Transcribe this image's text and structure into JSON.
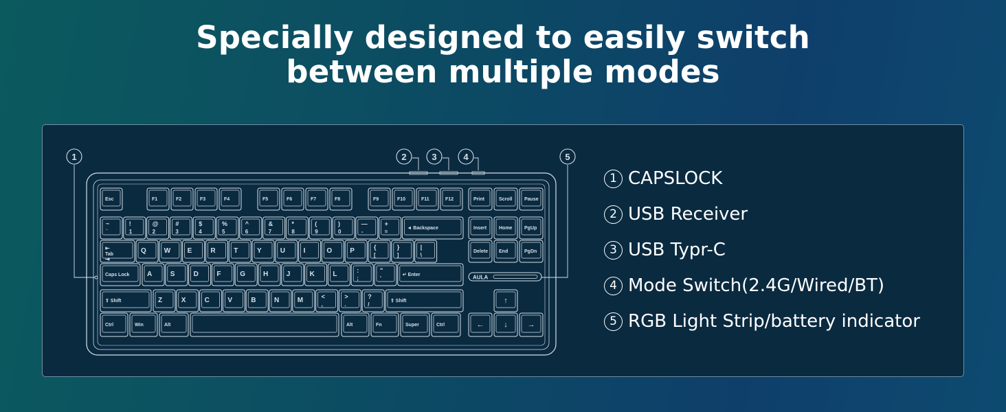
{
  "headline": {
    "line1": "Specially designed to easily switch",
    "line2": "between multiple modes"
  },
  "colors": {
    "background_start": "#0b5a5e",
    "background_end": "#0e3f6b",
    "panel": "#0a2a40",
    "line": "#d6e1e8"
  },
  "callouts": [
    "1",
    "2",
    "3",
    "4",
    "5"
  ],
  "legend": [
    {
      "num": "1",
      "text": "CAPSLOCK"
    },
    {
      "num": "2",
      "text": "USB Receiver"
    },
    {
      "num": "3",
      "text": "USB Typr-C"
    },
    {
      "num": "4",
      "text": "Mode Switch(2.4G/Wired/BT)"
    },
    {
      "num": "5",
      "text": "RGB Light Strip/battery indicator"
    }
  ],
  "keyboard": {
    "logo": "AULA",
    "fn_row": [
      "Esc",
      "F1",
      "F2",
      "F3",
      "F4",
      "F5",
      "F6",
      "F7",
      "F8",
      "F9",
      "F10",
      "F11",
      "F12"
    ],
    "nav_top": [
      "Print",
      "Scroll",
      "Pause"
    ],
    "num_row": [
      {
        "top": "~",
        "bottom": "`"
      },
      {
        "top": "!",
        "bottom": "1"
      },
      {
        "top": "@",
        "bottom": "2"
      },
      {
        "top": "#",
        "bottom": "3"
      },
      {
        "top": "$",
        "bottom": "4"
      },
      {
        "top": "%",
        "bottom": "5"
      },
      {
        "top": "^",
        "bottom": "6"
      },
      {
        "top": "&",
        "bottom": "7"
      },
      {
        "top": "*",
        "bottom": "8"
      },
      {
        "top": "(",
        "bottom": "9"
      },
      {
        "top": ")",
        "bottom": "0"
      },
      {
        "top": "—",
        "bottom": "-"
      },
      {
        "top": "+",
        "bottom": "="
      }
    ],
    "backspace": "Backspace",
    "nav_mid1": [
      "Insert",
      "Home",
      "PgUp"
    ],
    "tab": "Tab",
    "qwerty_row": [
      "Q",
      "W",
      "E",
      "R",
      "T",
      "Y",
      "U",
      "I",
      "O",
      "P"
    ],
    "bracket_keys": [
      {
        "top": "{",
        "bottom": "["
      },
      {
        "top": "}",
        "bottom": "]"
      },
      {
        "top": "|",
        "bottom": "\\"
      }
    ],
    "nav_mid2": [
      "Delete",
      "End",
      "PgDn"
    ],
    "caps": "Caps Lock",
    "home_row": [
      "A",
      "S",
      "D",
      "F",
      "G",
      "H",
      "J",
      "K",
      "L"
    ],
    "home_punct": [
      {
        "top": ":",
        "bottom": ";"
      },
      {
        "top": "\"",
        "bottom": "'"
      }
    ],
    "enter": "Enter",
    "shift": "Shift",
    "bottom_letters": [
      "Z",
      "X",
      "C",
      "V",
      "B",
      "N",
      "M"
    ],
    "bottom_punct": [
      {
        "top": "<",
        "bottom": ","
      },
      {
        "top": ">",
        "bottom": "."
      },
      {
        "top": "?",
        "bottom": "/"
      }
    ],
    "mod_row": [
      "Ctrl",
      "Win",
      "Alt",
      "Alt",
      "Fn",
      "Super",
      "Ctrl"
    ],
    "arrows": [
      "↑",
      "←",
      "↓",
      "→"
    ]
  }
}
